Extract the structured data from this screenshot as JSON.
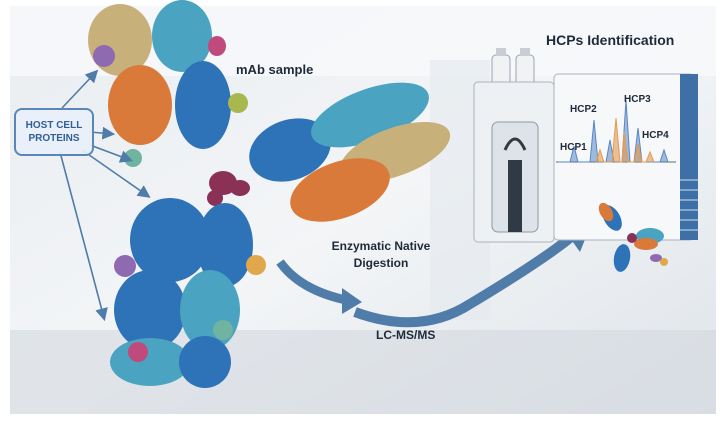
{
  "labels": {
    "host_cell_proteins_line1": "HOST CELL",
    "host_cell_proteins_line2": "PROTEINS",
    "mab_sample": "mAb sample",
    "digestion_line1": "Enzymatic Native",
    "digestion_line2": "Digestion",
    "lcmsms": "LC-MS/MS",
    "hcps_identification": "HCPs Identification"
  },
  "peaks": [
    "HCP1",
    "HCP2",
    "HCP3",
    "HCP4"
  ],
  "colors": {
    "antibody_blue": "#2e72b8",
    "antibody_cyan": "#4aa3c0",
    "antibody_tan": "#c8b07a",
    "antibody_orange": "#d97a3a",
    "hinge": "#8a3155",
    "arrow": "#4f7ca8",
    "chrom_blue": "#5a86c4",
    "chrom_orange": "#e39a52"
  }
}
